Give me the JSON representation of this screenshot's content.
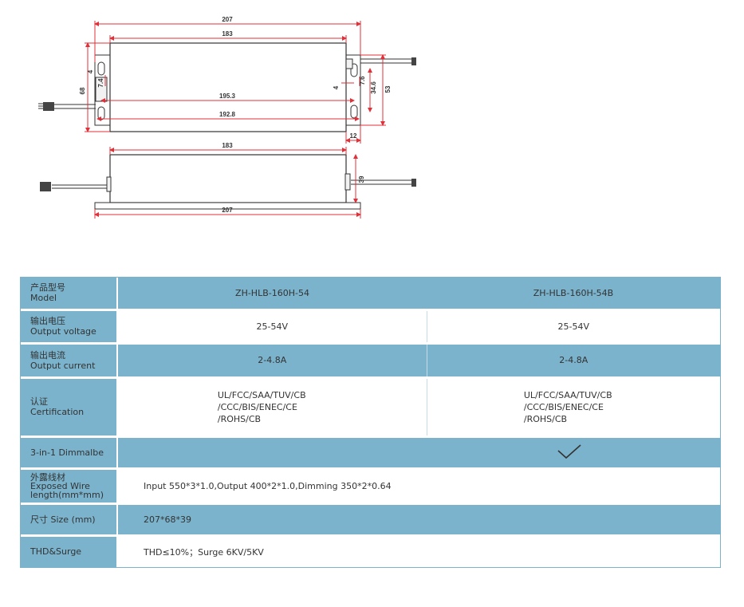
{
  "drawing": {
    "top_view": {
      "dim_overall_length": "207",
      "dim_body_length": "183",
      "dim_mount_spacing": "195.3",
      "dim_inner_length": "192.8",
      "dim_width": "68",
      "dim_slot_offset": "4",
      "dim_slot_width": "7.4",
      "dim_slot_offset_right": "4",
      "dim_slot_length_right": "7.6",
      "dim_hole_spacing": "34.6",
      "dim_flange_width": "53",
      "dim_flange_depth": "12"
    },
    "side_view": {
      "dim_body_length": "183",
      "dim_overall_length": "207",
      "dim_height": "39"
    }
  },
  "table": {
    "rows": [
      {
        "label_cn": "产品型号",
        "label_en": "Model",
        "col1": "ZH-HLB-160H-54",
        "col2": "ZH-HLB-160H-54B"
      },
      {
        "label_cn": "输出电压",
        "label_en": "Output voltage",
        "col1": "25-54V",
        "col2": "25-54V"
      },
      {
        "label_cn": "输出电流",
        "label_en": "Output current",
        "col1": "2-4.8A",
        "col2": "2-4.8A"
      },
      {
        "label_cn": "认证",
        "label_en": "Certification",
        "col1_lines": [
          "UL/FCC/SAA/TUV/CB",
          "/CCC/BIS/ENEC/CE",
          "/ROHS/CB"
        ],
        "col2_lines": [
          "UL/FCC/SAA/TUV/CB",
          "/CCC/BIS/ENEC/CE",
          "/ROHS/CB"
        ]
      },
      {
        "label": "3-in-1 Dimmalbe",
        "col2_icon": "checkmark-icon"
      },
      {
        "label_cn": "外露线材",
        "label_en": "Exposed Wire",
        "label_en2": "length(mm*mm)",
        "value": "Input 550*3*1.0,Output 400*2*1.0,Dimming 350*2*0.64"
      },
      {
        "label": "尺寸 Size (mm)",
        "value": "207*68*39"
      },
      {
        "label": "THD&Surge",
        "value": "THD≤10%；Surge 6KV/5KV"
      }
    ]
  },
  "colors": {
    "table_blue": "#7bb3cc",
    "dimension_red": "#e0303a",
    "drawing_line": "#333333"
  }
}
